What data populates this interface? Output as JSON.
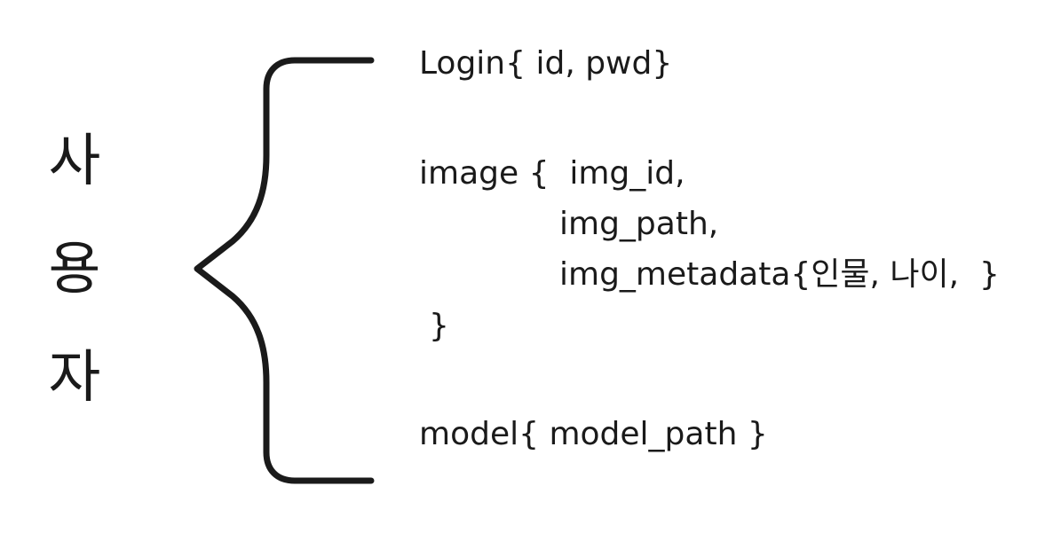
{
  "entity": {
    "label_chars": [
      "사",
      "용",
      "자"
    ]
  },
  "login": {
    "text": "Login{ id, pwd}"
  },
  "image": {
    "line1": "image {  img_id,",
    "line2": "img_path,",
    "line3": "img_metadata{인물, 나이,  }",
    "close": "}"
  },
  "model": {
    "text": "model{ model_path }"
  },
  "colors": {
    "ink": "#1a1a1a",
    "background": "#ffffff"
  }
}
